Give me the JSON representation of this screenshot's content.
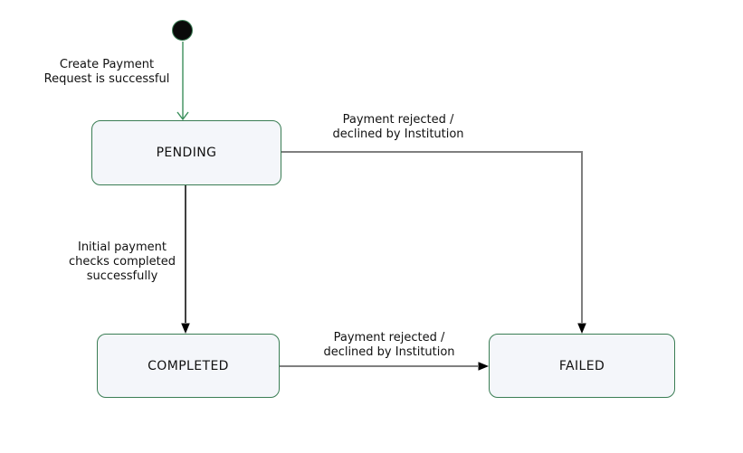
{
  "colors": {
    "state_fill": "#f4f6fa",
    "state_border": "#3a7d54",
    "green_arrow": "#3a8f5b",
    "gray_arrow": "#7f7f7f",
    "black_arrow": "#000000",
    "initial_dot": "#0a0a0a",
    "text": "#111111"
  },
  "states": {
    "pending": {
      "label": "PENDING"
    },
    "completed": {
      "label": "COMPLETED"
    },
    "failed": {
      "label": "FAILED"
    }
  },
  "edges": {
    "initial_to_pending": {
      "label": "Create Payment\nRequest is successful"
    },
    "pending_to_failed": {
      "label": "Payment rejected /\ndeclined by Institution"
    },
    "pending_to_completed": {
      "label": "Initial payment\nchecks completed\nsuccessfully"
    },
    "completed_to_failed": {
      "label": "Payment rejected /\ndeclined by Institution"
    }
  }
}
